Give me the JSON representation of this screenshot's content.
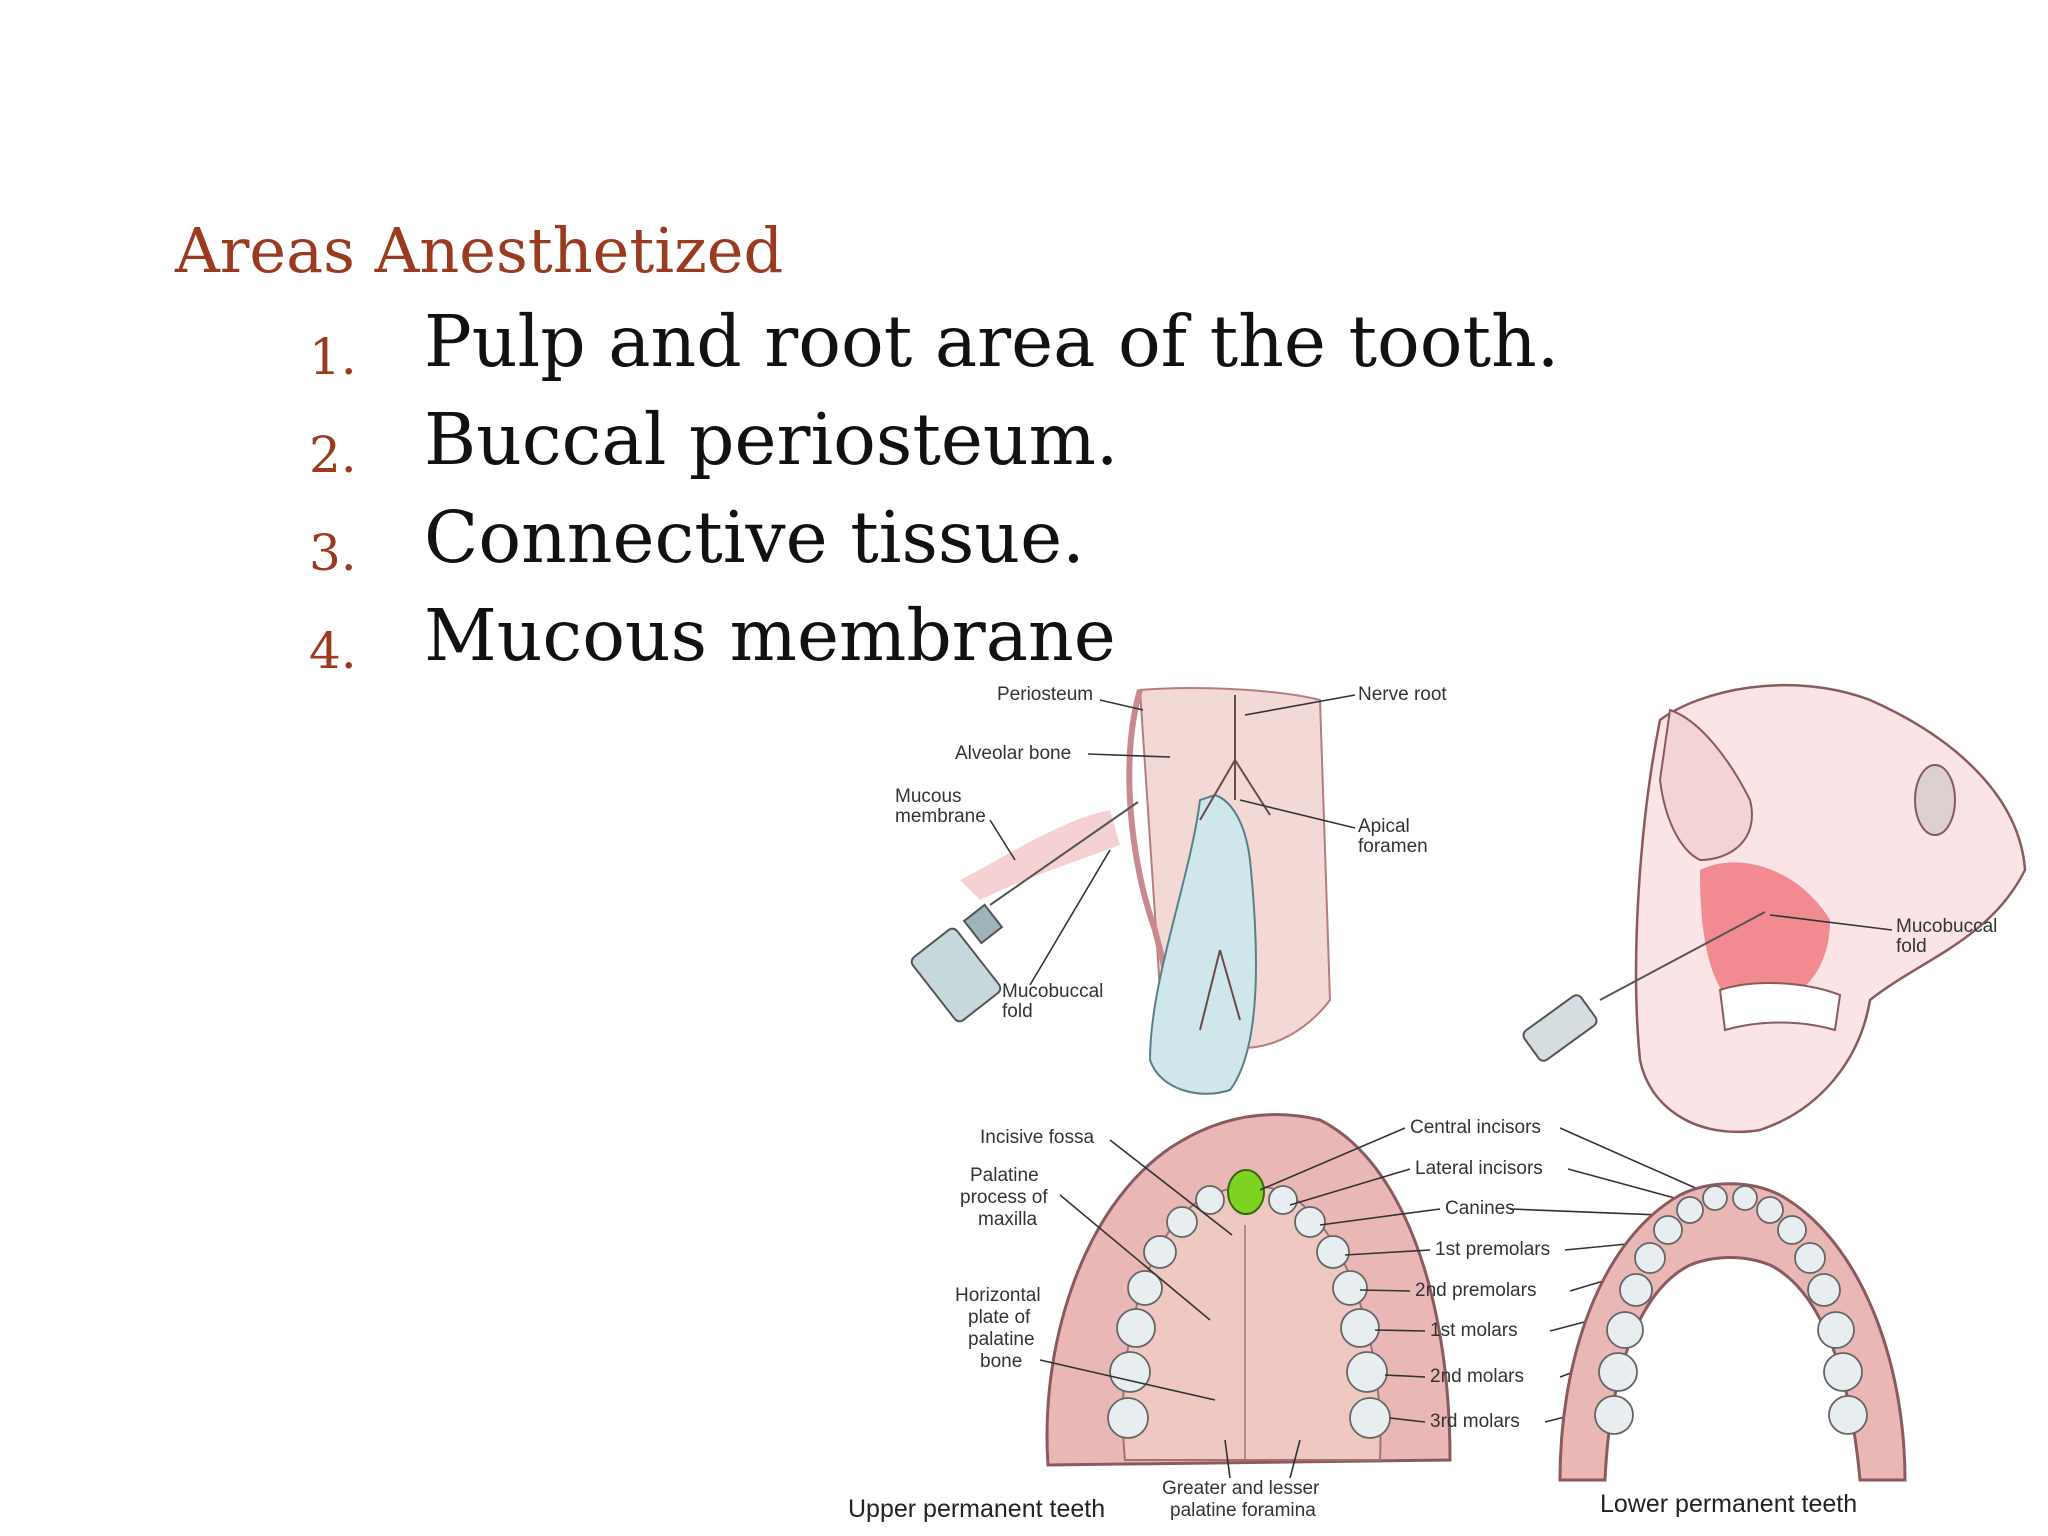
{
  "slide": {
    "title": "Areas Anesthetized",
    "items": [
      {
        "number": "1.",
        "text": "Pulp and root area of the tooth."
      },
      {
        "number": "2.",
        "text": "Buccal periosteum."
      },
      {
        "number": "3.",
        "text": "Connective tissue."
      },
      {
        "number": "4.",
        "text": "Mucous membrane"
      }
    ]
  },
  "figure": {
    "tooth_labels": {
      "periosteum": "Periosteum",
      "alveolar_bone": "Alveolar bone",
      "mucous_membrane_1": "Mucous",
      "mucous_membrane_2": "membrane",
      "mucobuccal_fold_1": "Mucobuccal",
      "mucobuccal_fold_2": "fold",
      "nerve_root": "Nerve root",
      "apical_foramen_1": "Apical",
      "apical_foramen_2": "foramen"
    },
    "face_labels": {
      "mucobuccal_fold_1": "Mucobuccal",
      "mucobuccal_fold_2": "fold"
    },
    "upper_labels": {
      "incisive_fossa": "Incisive fossa",
      "palatine_process_1": "Palatine",
      "palatine_process_2": "process of",
      "palatine_process_3": "maxilla",
      "horizontal_plate_1": "Horizontal",
      "horizontal_plate_2": "plate of",
      "horizontal_plate_3": "palatine",
      "horizontal_plate_4": "bone",
      "greater_lesser_1": "Greater and lesser",
      "greater_lesser_2": "palatine foramina",
      "caption": "Upper permanent teeth"
    },
    "teeth_labels": {
      "central_incisors": "Central incisors",
      "lateral_incisors": "Lateral incisors",
      "canines": "Canines",
      "first_premolars": "1st premolars",
      "second_premolars": "2nd premolars",
      "first_molars": "1st molars",
      "second_molars": "2nd molars",
      "third_molars": "3rd molars"
    },
    "lower_labels": {
      "caption": "Lower permanent teeth"
    },
    "colors": {
      "gum": "#f3c6c9",
      "bone": "#f2d9d6",
      "tooth": "#cfe6ea",
      "palate": "#e9b8b6",
      "highlight": "#7ed321",
      "accent": "#9a3a1e"
    }
  }
}
